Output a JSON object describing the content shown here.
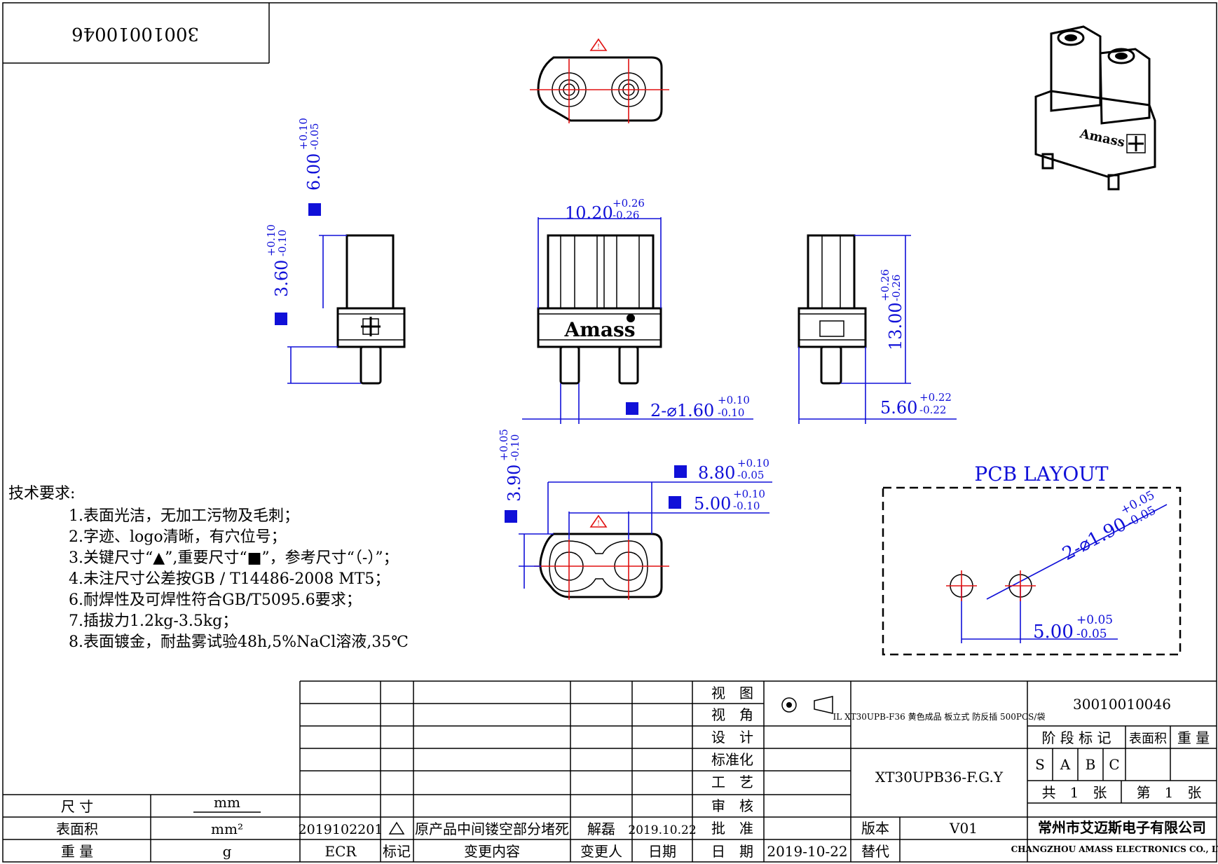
{
  "drawing_number_corner": "30010010046",
  "dimensions": {
    "top_width": {
      "nominal": "10.20",
      "upper": "+0.26",
      "lower": "-0.26"
    },
    "height": {
      "nominal": "13.00",
      "upper": "+0.26",
      "lower": "-0.26"
    },
    "pin_dia": {
      "nominal": "2-⌀1.60",
      "upper": "+0.10",
      "lower": "-0.10"
    },
    "side_width": {
      "nominal": "5.60",
      "upper": "+0.22",
      "lower": "-0.22"
    },
    "body_height": {
      "nominal": "6.00",
      "upper": "+0.10",
      "lower": "-0.05"
    },
    "pin_len": {
      "nominal": "3.60",
      "upper": "+0.10",
      "lower": "-0.10"
    },
    "bottom_len": {
      "nominal": "8.80",
      "upper": "+0.10",
      "lower": "-0.05"
    },
    "pitch": {
      "nominal": "5.00",
      "upper": "+0.10",
      "lower": "-0.10"
    },
    "bottom_h": {
      "nominal": "3.90",
      "upper": "+0.05",
      "lower": "-0.10"
    },
    "pcb_hole": {
      "nominal": "2-⌀1.90",
      "upper": "+0.05",
      "lower": "-0.05"
    },
    "pcb_pitch": {
      "nominal": "5.00",
      "upper": "+0.05",
      "lower": "-0.05"
    }
  },
  "brand_logo": "Amass",
  "pcb_title": "PCB LAYOUT",
  "requirements": {
    "title": "技术要求:",
    "items": [
      "1.表面光洁，无加工污物及毛刺；",
      "2.字迹、logo清晰，有穴位号；",
      "3.关键尺寸“▲”,重要尺寸“■”，参考尺寸“（-）”；",
      "4.未注尺寸公差按GB / T14486-2008 MT5；",
      "6.耐焊性及可焊性符合GB/T5095.6要求；",
      "7.插拔力1.2kg-3.5kg；",
      "8.表面镀金，耐盐雾试验48h,5%NaCl溶液,35℃"
    ]
  },
  "title_block": {
    "view_label": "视　图",
    "angle_label": "视　角",
    "design": "设　计",
    "standard": "标准化",
    "process": "工　艺",
    "review": "审　核",
    "approve": "批　准",
    "date_label": "日　期",
    "date_value": "2019-10-22",
    "desc": "IL XT30UPB-F36 黄色成品 板立式 防反插 500PCS/袋",
    "part_no": "30010010046",
    "model": "XT30UPB36-F.G.Y",
    "stage_header": "阶 段 标 记",
    "area_header": "表面积",
    "weight_header": "重 量",
    "stages": [
      "S",
      "A",
      "B",
      "C"
    ],
    "total_sheets": "共　1　张",
    "sheet_no": "第　1　张",
    "version_label": "版本",
    "version": "V01",
    "replace_label": "替代",
    "company_cn": "常州市艾迈斯电子有限公司",
    "company_en": "CHANGZHOU AMASS ELECTRONICS CO., LTD."
  },
  "units": {
    "size_label": "尺 寸",
    "size_unit": "mm",
    "area_label": "表面积",
    "area_unit": "mm²",
    "weight_label": "重 量",
    "weight_unit": "g"
  },
  "change_record": {
    "ecr": "2019102201",
    "content": "原产品中间镂空部分堵死",
    "person": "解磊",
    "date": "2019.10.22",
    "h_ecr": "ECR",
    "h_mark": "标记",
    "h_content": "变更内容",
    "h_person": "变更人",
    "h_date": "日期"
  }
}
